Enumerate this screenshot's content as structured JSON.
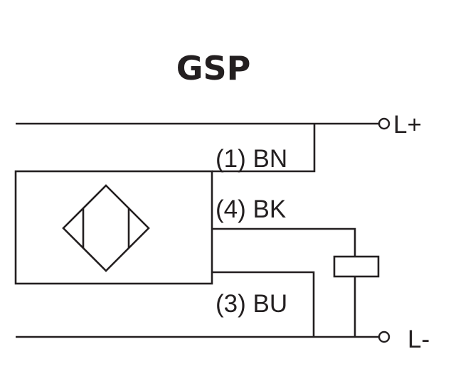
{
  "title": "GSP",
  "wires": {
    "brown": "(1) BN",
    "black": "(4) BK",
    "blue": "(3) BU"
  },
  "terminals": {
    "positive": "L+",
    "negative": "L-"
  },
  "colors": {
    "ink": "#231f20",
    "background": "#ffffff"
  }
}
